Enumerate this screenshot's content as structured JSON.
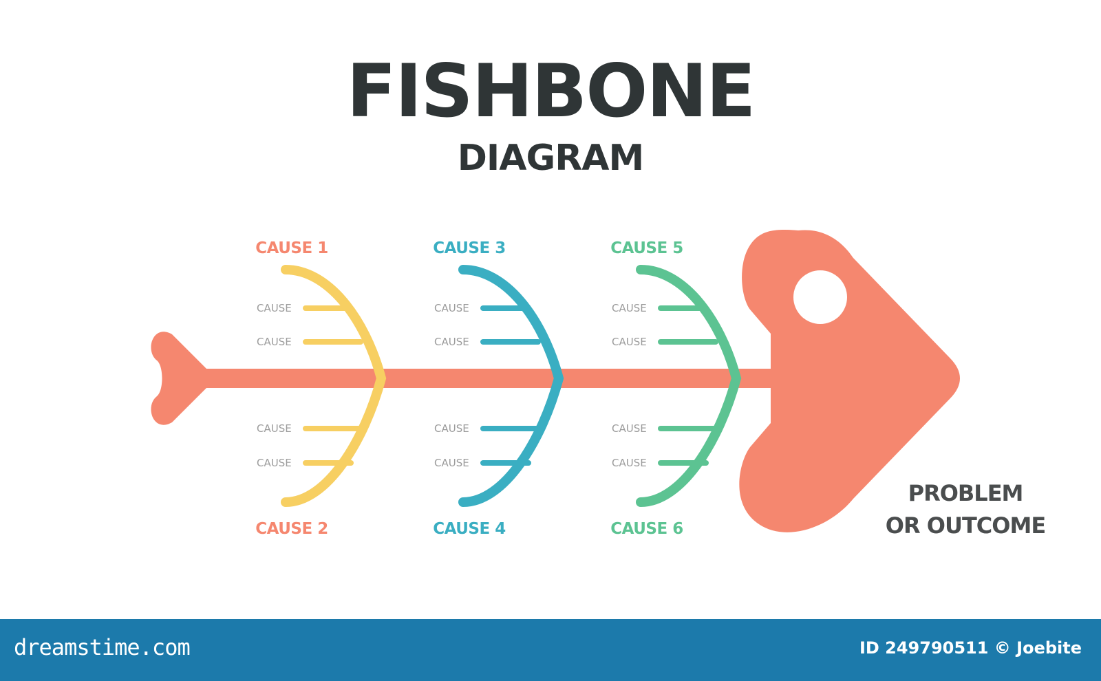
{
  "title": "FISHBONE",
  "subtitle": "DIAGRAM",
  "outcome": {
    "line1": "PROBLEM",
    "line2": "OR OUTCOME",
    "color": "#f5876f"
  },
  "bones": [
    {
      "top": {
        "label": "CAUSE 1",
        "subs": [
          "CAUSE",
          "CAUSE"
        ]
      },
      "bottom": {
        "label": "CAUSE 2",
        "subs": [
          "CAUSE",
          "CAUSE"
        ]
      },
      "color": "#f7cf62",
      "label_color": "#f5876f"
    },
    {
      "top": {
        "label": "CAUSE 3",
        "subs": [
          "CAUSE",
          "CAUSE"
        ]
      },
      "bottom": {
        "label": "CAUSE 4",
        "subs": [
          "CAUSE",
          "CAUSE"
        ]
      },
      "color": "#3aaec2",
      "label_color": "#3aaec2"
    },
    {
      "top": {
        "label": "CAUSE 5",
        "subs": [
          "CAUSE",
          "CAUSE"
        ]
      },
      "bottom": {
        "label": "CAUSE 6",
        "subs": [
          "CAUSE",
          "CAUSE"
        ]
      },
      "color": "#5cc392",
      "label_color": "#5cc392"
    }
  ],
  "footer": {
    "brand": "dreamstime.com",
    "id_text": "ID 249790511 © Joebite",
    "color": "#1c7aab"
  }
}
